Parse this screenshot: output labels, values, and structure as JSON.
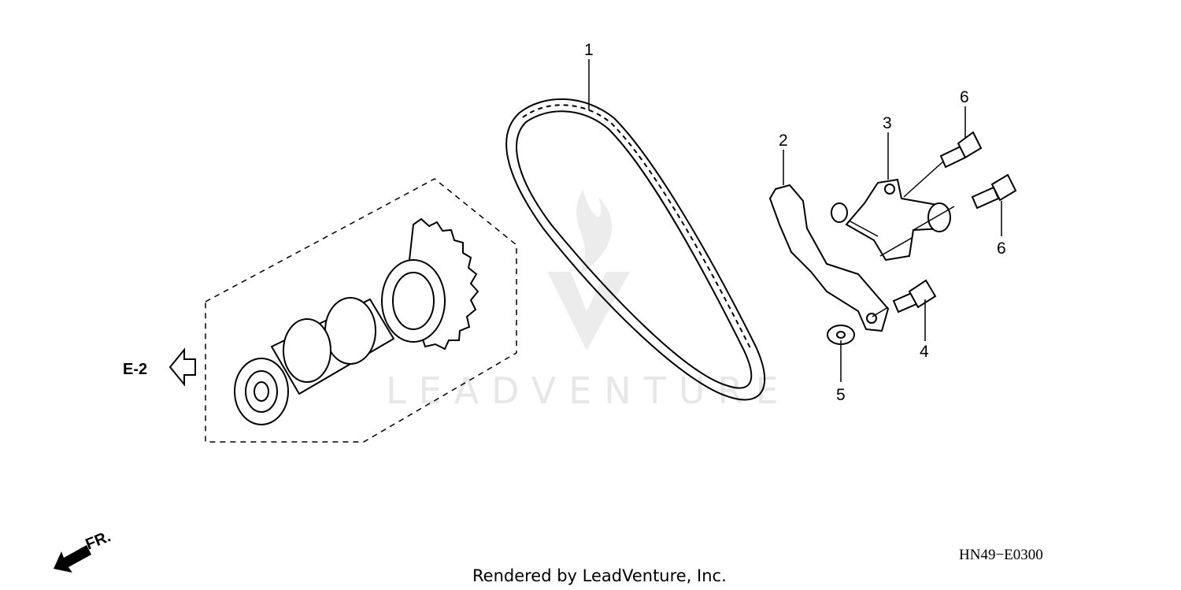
{
  "callouts": {
    "p1": "1",
    "p2": "2",
    "p3": "3",
    "p4": "4",
    "p5": "5",
    "p6a": "6",
    "p6b": "6"
  },
  "reference": "E-2",
  "direction_label": "FR.",
  "diagram_code": "HN49−E0300",
  "credit": "Rendered by LeadVenture, Inc.",
  "watermark": "LEADVENTURE",
  "colors": {
    "line": "#000000",
    "watermark": "#e7e7e7",
    "background": "#ffffff"
  }
}
